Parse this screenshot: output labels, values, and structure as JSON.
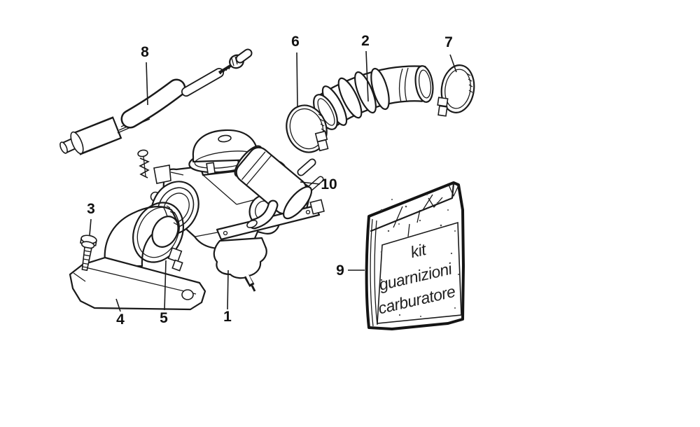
{
  "colors": {
    "background": "#ffffff",
    "ink": "#1a1a1a"
  },
  "callouts": [
    {
      "label": "1"
    },
    {
      "label": "2"
    },
    {
      "label": "3"
    },
    {
      "label": "4"
    },
    {
      "label": "5"
    },
    {
      "label": "6"
    },
    {
      "label": "7"
    },
    {
      "label": "8"
    },
    {
      "label": "9"
    },
    {
      "label": "10"
    }
  ],
  "bag_label": {
    "line1": "kit",
    "line2": "guarnizioni",
    "line3": "carburatore"
  }
}
